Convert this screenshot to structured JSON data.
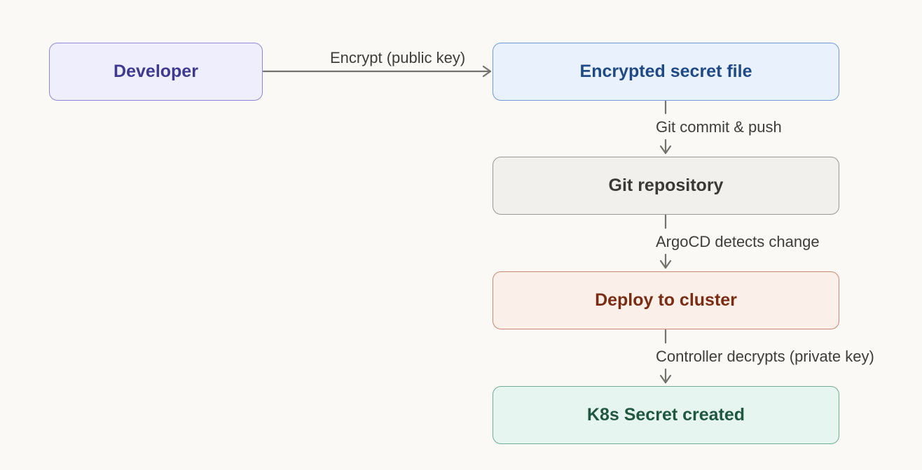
{
  "nodes": {
    "developer": "Developer",
    "encrypted_file": "Encrypted secret file",
    "git_repo": "Git repository",
    "deploy": "Deploy to cluster",
    "k8s_secret": "K8s Secret created"
  },
  "edges": {
    "encrypt": "Encrypt (public key)",
    "commit": "Git commit & push",
    "argocd": "ArgoCD detects change",
    "controller": "Controller decrypts (private key)"
  },
  "colors": {
    "background": "#faf9f5",
    "arrow": "#73726c",
    "developer": "#3f3a8f",
    "encrypted_file": "#1f4a86",
    "git_repo": "#3a3935",
    "deploy": "#7a2d12",
    "k8s_secret": "#1f5741"
  }
}
